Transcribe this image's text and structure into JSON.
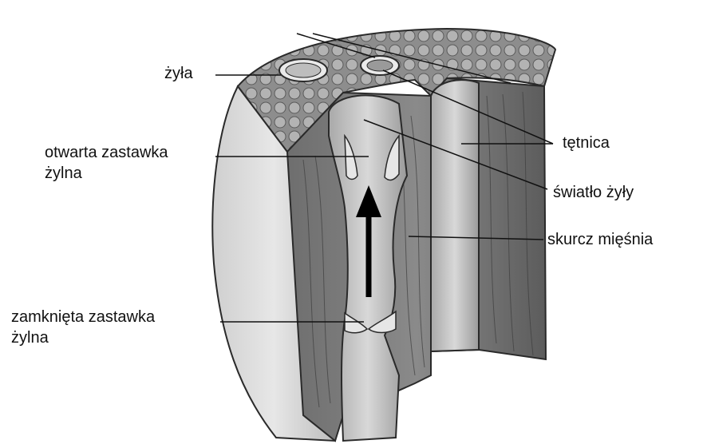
{
  "labels": {
    "vein": "żyła",
    "open_valve_line1": "otwarta zastawka",
    "open_valve_line2": "żylna",
    "closed_valve_line1": "zamknięta zastawka",
    "closed_valve_line2": "żylna",
    "artery": "tętnica",
    "vein_lumen": "światło żyły",
    "muscle_contraction": "skurcz mięśnia"
  },
  "colors": {
    "outline": "#2a2a2a",
    "tissue": "#9a9a9a",
    "lumen": "#d0d0d0",
    "arrow": "#000000"
  },
  "icons": {
    "flow_arrow": "up-arrow-icon"
  }
}
